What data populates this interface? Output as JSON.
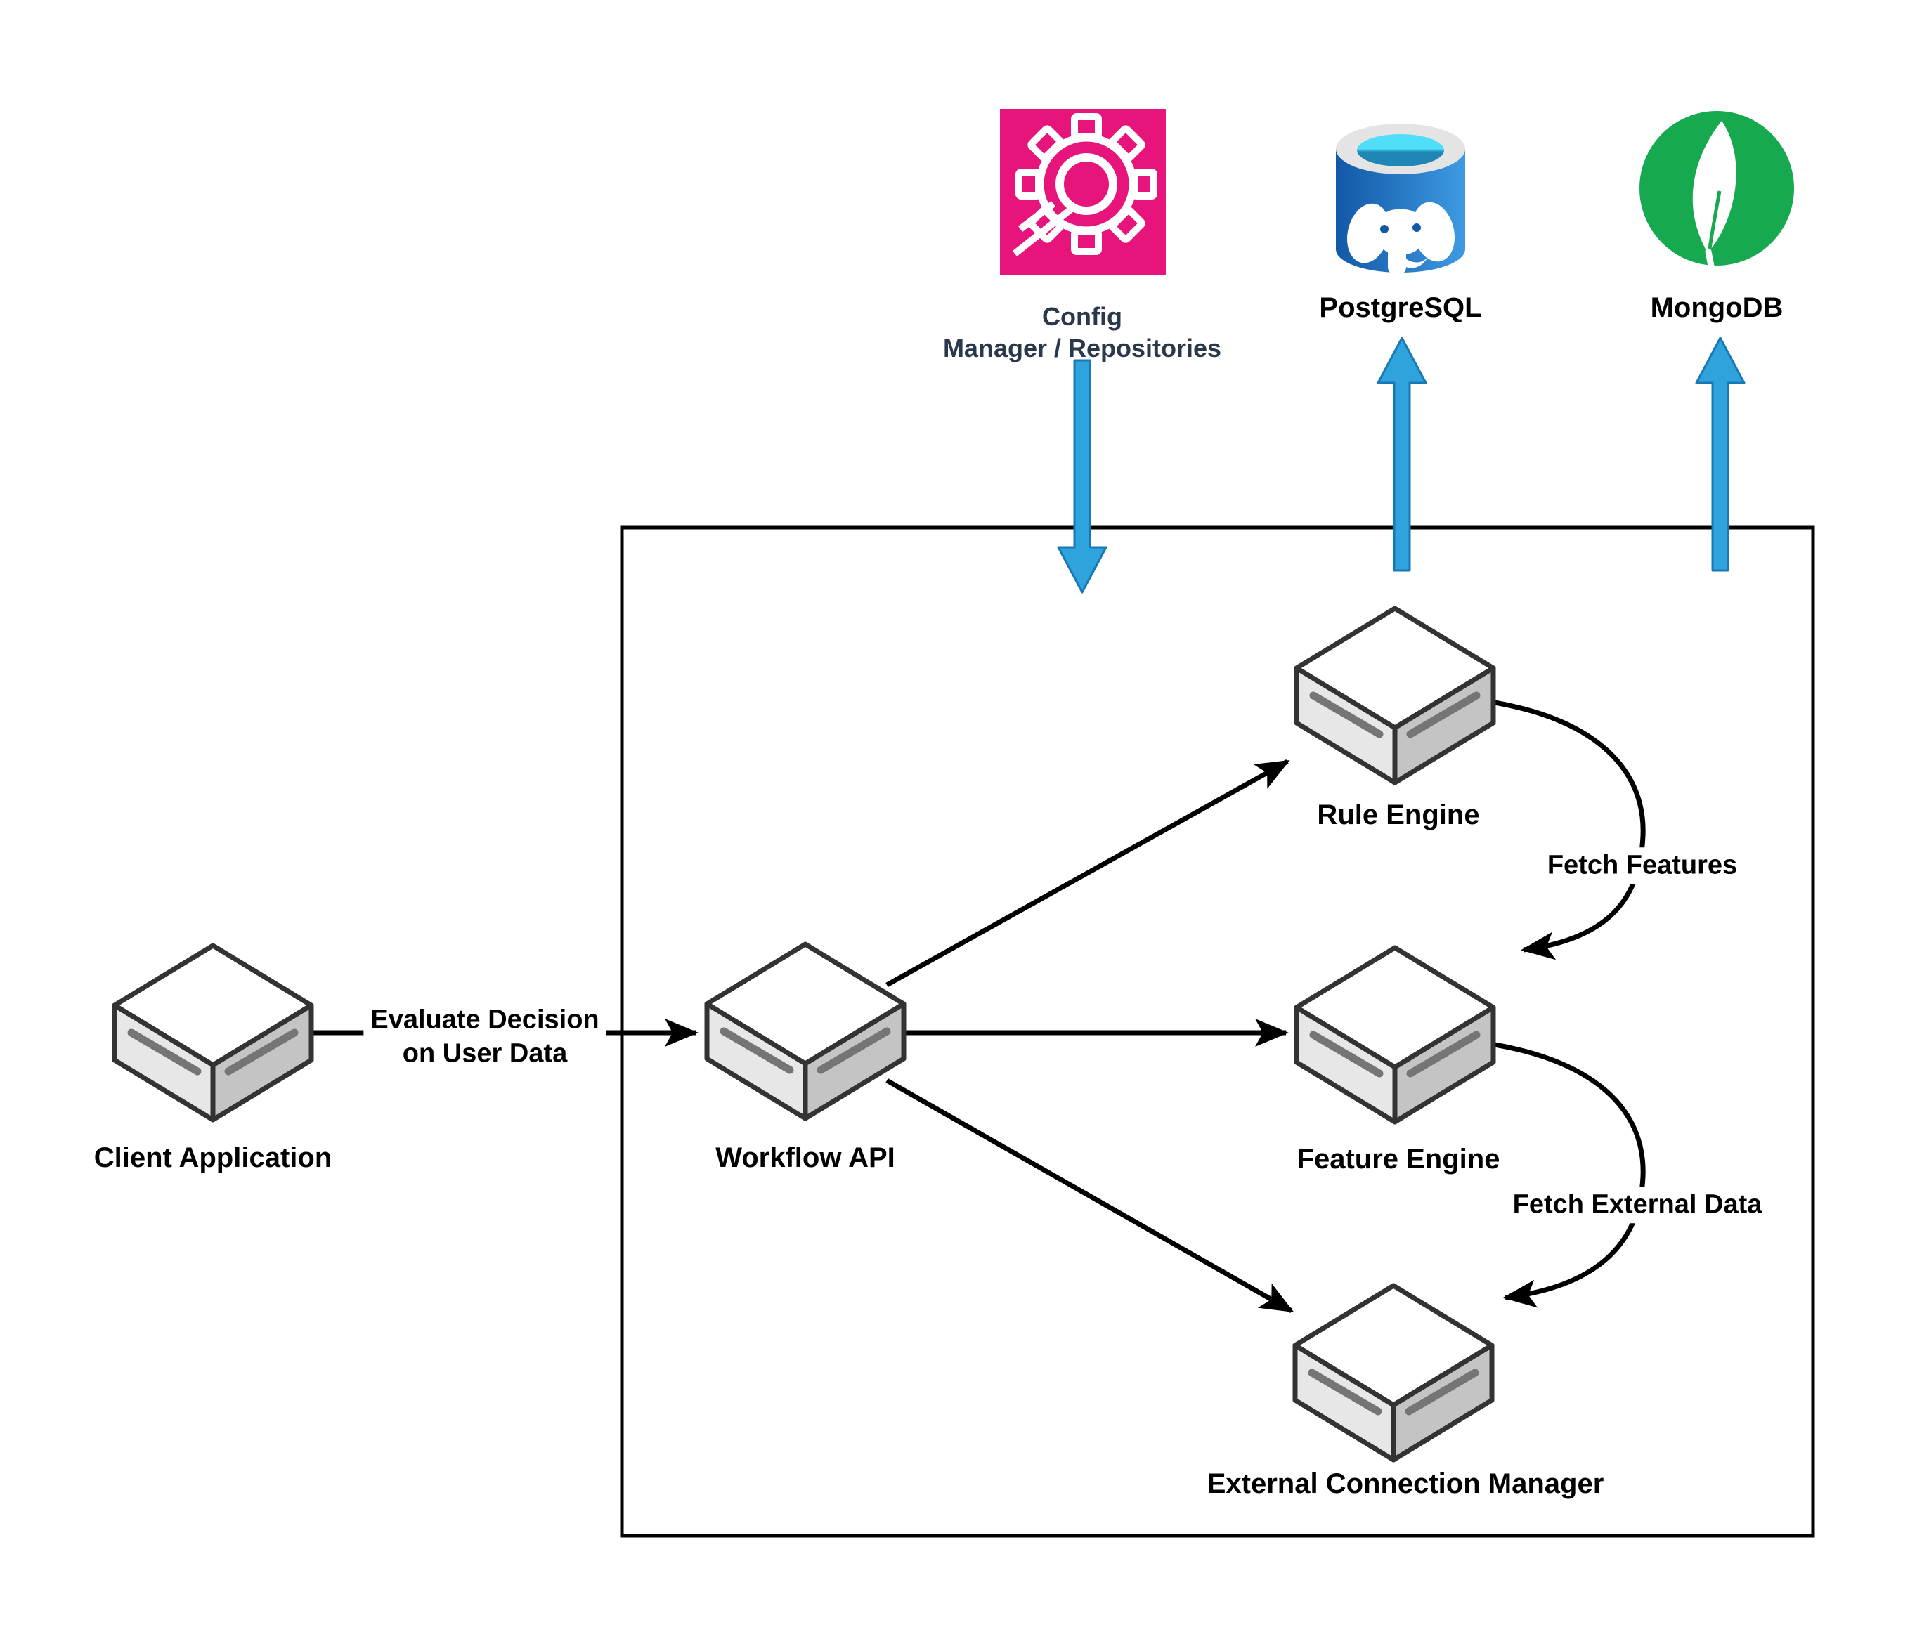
{
  "title": "Decision platform architecture diagram",
  "colors": {
    "accent_pink": "#E7157B",
    "blue_arrow_fill": "#2EA3DC",
    "blue_arrow_stroke": "#1878B6",
    "postgres_blue_dark": "#1258A7",
    "postgres_blue_light": "#3E9AE3",
    "postgres_rim": "#E4E4E4",
    "postgres_water_top": "#4FDFF8",
    "postgres_water_bottom": "#1F86B5",
    "mongo_green": "#17A950",
    "label_navy": "#29384A",
    "box_top": "#FFFFFF",
    "box_left": "#E7E7E7",
    "box_right": "#C4C4C4",
    "box_outline": "#333333",
    "stripe_gray": "#757575",
    "edge_black": "#000000"
  },
  "services": {
    "config": {
      "label": "Config\nManager / Repositories",
      "icon": "gear-icon",
      "direction": "into-platform"
    },
    "postgresql": {
      "label": "PostgreSQL",
      "icon": "postgresql-database-icon",
      "direction": "out-of-platform"
    },
    "mongodb": {
      "label": "MongoDB",
      "icon": "mongodb-leaf-icon",
      "direction": "out-of-platform"
    }
  },
  "nodes": {
    "client": {
      "label": "Client Application"
    },
    "workflow": {
      "label": "Workflow API"
    },
    "rule": {
      "label": "Rule Engine"
    },
    "feature": {
      "label": "Feature Engine"
    },
    "ecm": {
      "label": "External Connection Manager"
    }
  },
  "edges": {
    "evaluate": {
      "from": "client",
      "to": "workflow",
      "label": "Evaluate Decision\non User Data"
    },
    "workflow_to_rule": {
      "from": "workflow",
      "to": "rule",
      "label": ""
    },
    "workflow_to_feature": {
      "from": "workflow",
      "to": "feature",
      "label": ""
    },
    "workflow_to_ecm": {
      "from": "workflow",
      "to": "ecm",
      "label": ""
    },
    "fetch_features": {
      "from": "rule",
      "to": "feature",
      "label": "Fetch Features"
    },
    "fetch_external": {
      "from": "feature",
      "to": "ecm",
      "label": "Fetch External Data"
    }
  }
}
